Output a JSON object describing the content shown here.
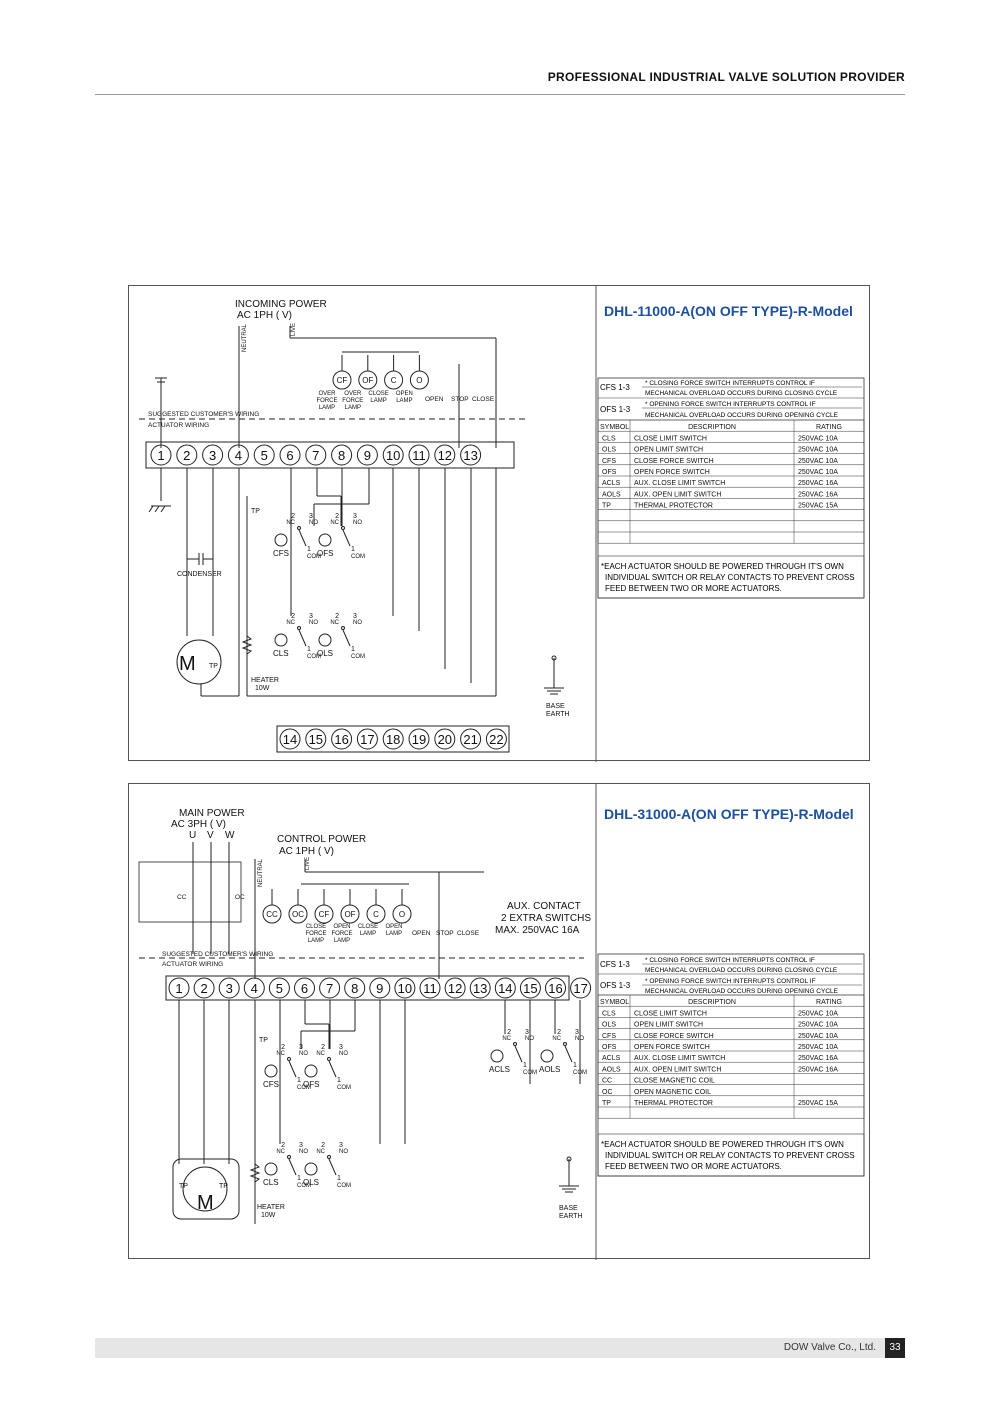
{
  "header": {
    "title": "PROFESSIONAL INDUSTRIAL VALVE SOLUTION PROVIDER"
  },
  "footer": {
    "company": "DOW Valve Co., Ltd.",
    "page": "33"
  },
  "diagram1": {
    "title": "DHL-11000-A(ON OFF TYPE)-R-Model",
    "incoming_power": "INCOMING POWER",
    "ac_spec": "AC  1PH (      V)",
    "neutral": "NEUTRAL",
    "live": "LIVE",
    "lamp_labels": [
      "CF",
      "OF",
      "C",
      "O"
    ],
    "lamp_captions": [
      "OVER FORCE LAMP",
      "OVER FORCE LAMP",
      "CLOSE LAMP",
      "OPEN LAMP"
    ],
    "switch_labels": [
      "OPEN",
      "STOP",
      "CLOSE"
    ],
    "suggested_wiring": "SUGGESTED CUSTOMER'S WIRING",
    "actuator_wiring": "ACTUATOR WIRING",
    "terminals": [
      "1",
      "2",
      "3",
      "4",
      "5",
      "6",
      "7",
      "8",
      "9",
      "10",
      "11",
      "12",
      "13"
    ],
    "terminals_bottom": [
      "14",
      "15",
      "16",
      "17",
      "18",
      "19",
      "20",
      "21",
      "22"
    ],
    "tp": "TP",
    "condenser": "CONDENSER",
    "motor": "M",
    "heater": "HEATER",
    "heater_w": "10W",
    "base_earth": [
      "BASE",
      "EARTH"
    ],
    "switches": [
      "CFS",
      "OFS",
      "CLS",
      "OLS"
    ],
    "nc": "NC",
    "no": "NO",
    "com": "COM",
    "note_rows": [
      {
        "code": "CFS  1-3",
        "line1": "* CLOSING FORCE SWITCH INTERRUPTS CONTROL IF",
        "line2": "MECHANICAL OVERLOAD OCCURS DURING CLOSING CYCLE"
      },
      {
        "code": "OFS  1-3",
        "line1": "* OPENING FORCE SWITCH INTERRUPTS CONTROL IF",
        "line2": "MECHANICAL OVERLOAD OCCURS DURING OPENING CYCLE"
      }
    ],
    "table_headers": [
      "SYMBOL",
      "DESCRIPTION",
      "RATING"
    ],
    "table_rows": [
      [
        "CLS",
        "CLOSE  LIMIT  SWITCH",
        "250VAC  10A"
      ],
      [
        "OLS",
        "OPEN  LIMIT  SWITCH",
        "250VAC  10A"
      ],
      [
        "CFS",
        "CLOSE  FORCE  SWITCH",
        "250VAC  10A"
      ],
      [
        "OFS",
        "OPEN  FORCE  SWITCH",
        "250VAC  10A"
      ],
      [
        "ACLS",
        "AUX.  CLOSE  LIMIT  SWITCH",
        "250VAC  16A"
      ],
      [
        "AOLS",
        "AUX.  OPEN  LIMIT  SWITCH",
        "250VAC  16A"
      ],
      [
        "TP",
        "THERMAL  PROTECTOR",
        "250VAC  15A"
      ],
      [
        "",
        "",
        ""
      ],
      [
        "",
        "",
        ""
      ],
      [
        "",
        "",
        ""
      ]
    ],
    "footnote": [
      "*EACH ACTUATOR SHOULD BE POWERED THROUGH IT'S OWN",
      "INDIVIDUAL SWITCH OR RELAY CONTACTS TO PREVENT CROSS",
      "FEED BETWEEN TWO OR MORE ACTUATORS."
    ]
  },
  "diagram2": {
    "title": "DHL-31000-A(ON OFF TYPE)-R-Model",
    "main_power": "MAIN POWER",
    "ac_3ph": "AC  3PH (      V)",
    "uvw": [
      "U",
      "V",
      "W"
    ],
    "control_power": "CONTROL POWER",
    "ac_1ph": "AC  1PH (      V)",
    "neutral": "NEUTRAL",
    "live": "LIVE",
    "contactor_labels": [
      "CC",
      "OC"
    ],
    "lamp_labels": [
      "CC",
      "OC",
      "CF",
      "OF",
      "C",
      "O"
    ],
    "lamp_captions": [
      "CLOSE FORCE LAMP",
      "OPEN FORCE LAMP",
      "CLOSE LAMP",
      "OPEN LAMP"
    ],
    "switch_labels": [
      "OPEN",
      "STOP",
      "CLOSE"
    ],
    "aux_contact": [
      "AUX.  CONTACT",
      "2  EXTRA SWITCHS",
      "MAX.  250VAC  16A"
    ],
    "suggested_wiring": "SUGGESTED CUSTOMER'S WIRING",
    "actuator_wiring": "ACTUATOR WIRING",
    "terminals": [
      "1",
      "2",
      "3",
      "4",
      "5",
      "6",
      "7",
      "8",
      "9",
      "10",
      "11",
      "12",
      "13",
      "14",
      "15",
      "16",
      "17"
    ],
    "tp": "TP",
    "motor": "M",
    "heater": "HEATER",
    "heater_w": "10W",
    "base_earth": [
      "BASE",
      "EARTH"
    ],
    "switches": [
      "CFS",
      "OFS",
      "CLS",
      "OLS",
      "ACLS",
      "AOLS"
    ],
    "nc": "NC",
    "no": "NO",
    "com": "COM",
    "note_rows": [
      {
        "code": "CFS  1-3",
        "line1": "* CLOSING FORCE SWITCH INTERRUPTS CONTROL IF",
        "line2": "MECHANICAL OVERLOAD OCCURS DURING CLOSING CYCLE"
      },
      {
        "code": "OFS  1-3",
        "line1": "* OPENING FORCE SWITCH INTERRUPTS CONTROL IF",
        "line2": "MECHANICAL OVERLOAD OCCURS DURING OPENING CYCLE"
      }
    ],
    "table_headers": [
      "SYMBOL",
      "DESCRIPTION",
      "RATING"
    ],
    "table_rows": [
      [
        "CLS",
        "CLOSE  LIMIT  SWITCH",
        "250VAC  10A"
      ],
      [
        "OLS",
        "OPEN  LIMIT  SWITCH",
        "250VAC  10A"
      ],
      [
        "CFS",
        "CLOSE  FORCE  SWITCH",
        "250VAC  10A"
      ],
      [
        "OFS",
        "OPEN  FORCE  SWITCH",
        "250VAC  10A"
      ],
      [
        "ACLS",
        "AUX.  CLOSE  LIMIT  SWITCH",
        "250VAC  16A"
      ],
      [
        "AOLS",
        "AUX.  OPEN  LIMIT  SWITCH",
        "250VAC  16A"
      ],
      [
        "CC",
        "CLOSE  MAGNETIC  COIL",
        ""
      ],
      [
        "OC",
        "OPEN  MAGNETIC  COIL",
        ""
      ],
      [
        "TP",
        "THERMAL  PROTECTOR",
        "250VAC  15A"
      ],
      [
        "",
        "",
        ""
      ]
    ],
    "footnote": [
      "*EACH ACTUATOR SHOULD BE POWERED THROUGH IT'S OWN",
      "INDIVIDUAL SWITCH OR RELAY CONTACTS TO PREVENT CROSS",
      "FEED BETWEEN TWO OR MORE ACTUATORS."
    ]
  }
}
